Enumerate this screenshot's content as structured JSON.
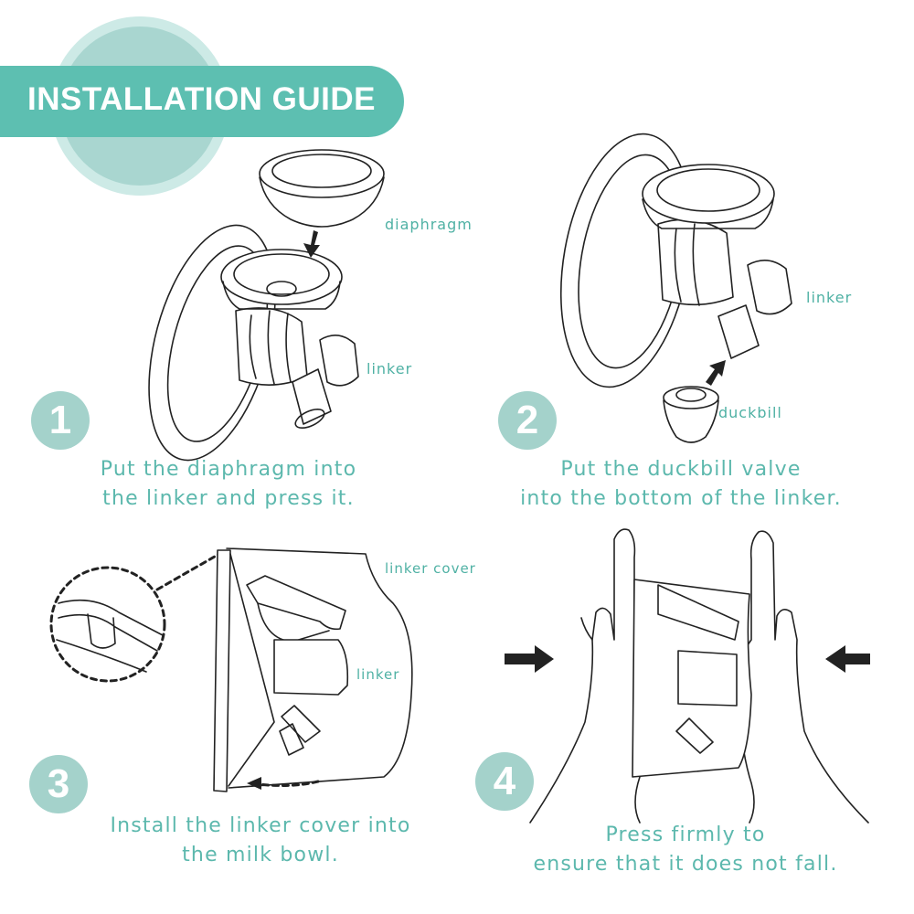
{
  "banner": {
    "title": "INSTALLATION GUIDE",
    "color": "#5dbfb1"
  },
  "steps": [
    {
      "number": "1",
      "caption_line1": "Put the diaphragm into",
      "caption_line2": "the linker and press it.",
      "labels": [
        "diaphragm",
        "linker"
      ]
    },
    {
      "number": "2",
      "caption_line1": "Put the duckbill valve",
      "caption_line2": "into the bottom of the linker.",
      "labels": [
        "linker",
        "duckbill"
      ]
    },
    {
      "number": "3",
      "caption_line1": "Install the linker cover into",
      "caption_line2": "the milk bowl.",
      "labels": [
        "linker cover",
        "linker"
      ]
    },
    {
      "number": "4",
      "caption_line1": "Press firmly to",
      "caption_line2": "ensure that it does not fall.",
      "labels": []
    }
  ],
  "colors": {
    "accent": "#5dbfb1",
    "badge": "#a4d2cb",
    "text": "#5cb8ad",
    "line": "#222222"
  }
}
